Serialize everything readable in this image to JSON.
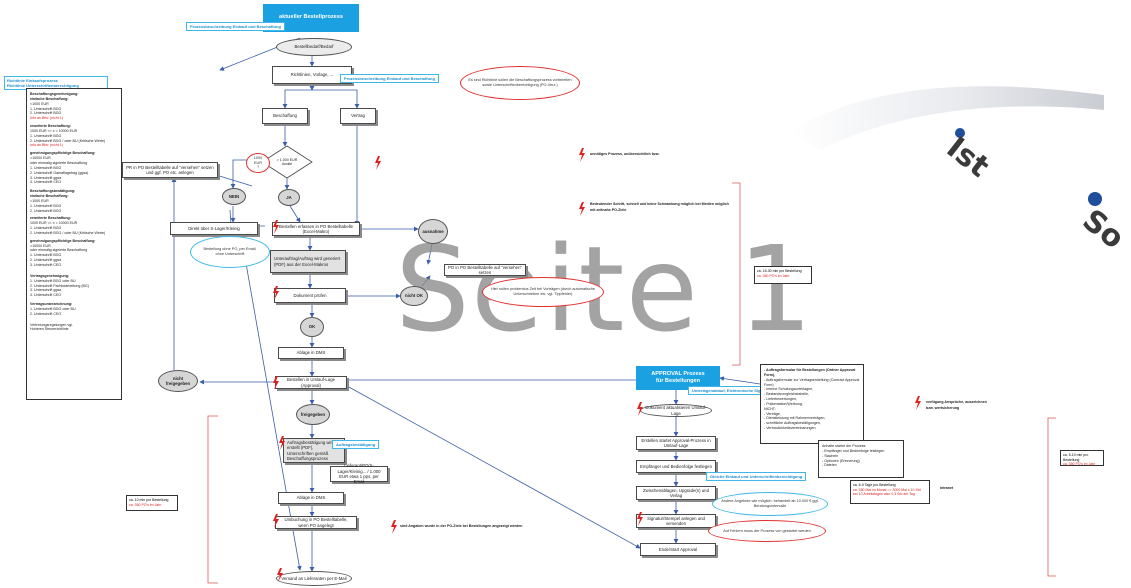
{
  "watermark": "Seite 1",
  "header": "aktueller Bestellprozess",
  "header_note": "Prozessbeschreibung Einkauf und Beschaffung",
  "top_left_labels": [
    "Richtlinie Einkaufsprozess",
    "Richtlinie Unterschriftenberechtigung"
  ],
  "right_side_word_1": "Ist",
  "right_side_word_2": "So",
  "approval_header": [
    "APPROVAL Prozess",
    "für Bestellungen"
  ],
  "approval_note": "Unterlagenablauf, Elektronische Signatur",
  "nodes": {
    "start": "Bestellbedarf/Bedarf",
    "step2": "Richtlinien, Vorlage, ...",
    "beschaffung": "Beschaffung",
    "vertrag": "Vertrag",
    "diamond": "> 1.000 EUR dunkle",
    "diamond_left": "NEIN 1",
    "nein": "NEIN",
    "ja": "JA",
    "direkt": "Direkt über S-Lager/Kleinig",
    "pr_export": "PR in PO Bestelltabelle auf \"versehen\" setzen und ggf. PO etc. anlegen",
    "bestellung_oval": "Bestellung ohne PO, per Email, ohne Unterschrift",
    "erstellen": "Bestellen erfassen in PO Bestelltabelle (Excel-Makro)",
    "unterauftrag": "Unterauftrag/Auftrag wird generiert (PDF) aus der Excel-Makros",
    "ausnahme": "ausnahme",
    "po_setzen": "PO in PO Bestelltabelle auf \"versehen\" setzen",
    "dokument": "Dokument prüfen",
    "nicht_ok": "nicht OK",
    "ok": "OK",
    "ablage1": "Ablage in DMS",
    "bestellen_lager": "Bestellen in Umlauf-Lage (Approval)",
    "nicht_freigegeben": "nicht freigegeben",
    "freigegeben": "freigegeben",
    "auftragsbest": "Auftragsbestätigung wird erstellt (PDF), Unterschriften gemäß Beschaffungsprozess",
    "lieferant": "Lieferant/PO/S-Lager/Kleinig... / 1.000 EUR etwa 1 pps, per Email",
    "ablage2": "Ablage in DMS",
    "umbuchen": "Umbuchung in PO Bestelltabelle, wenn PO angelegt",
    "versand": "Versand an Lieferanten per E-Mail",
    "ap_start": "Dokument aktualisieren Umlauf-Lage",
    "ap1": "Erstellen startet Approval-Prozess in Umlauf-Lage",
    "ap2": "Empfänger und Bedienfolge festlegen",
    "ap3": "Zwischenablagen, Upgrade(n) und Verlag",
    "ap4": "Signatur/Stempel anlegen und versenden",
    "ap5": "Ende/Start Approval"
  },
  "cyan_labels": {
    "richtlinie_step2": "Prozessbeschreibung Einkauf und Beschaffung",
    "auftrag": "Auftragsbestätigung",
    "ap_note": "Gleiche Einkauf und Unterschriftenberechtigung"
  },
  "red_ovals": {
    "top": "Es sind Richtlinie sollen die Beschaffungsprozess vorbereiten sowie Unterschriftenberechtigung (PO-Verz.)",
    "mid": "Hier sollen problemlos Zeit bei Vorträgen (durch automatische Unterschrieben etc. vgl. Tippfehler)",
    "small": "1000 EUR ?",
    "bottom": "Auf Fehlern muss der Prozess von gestartet werden"
  },
  "cyan_ovals": {
    "ap_range": "Andere Angebote wie möglich: behandelt ab 10.000 € ggf. Beratungsintervalle"
  },
  "annotations": {
    "a1": "unnötiges Prozess, unübersichtlich bzw.",
    "a2": "Bedeutender Schritt, schnell und keine Schwankung möglich bei Medien möglich",
    "a2b": "mit zeitnahe PO-Ziele",
    "a3": "sind Angaben wurde in der PO-Ziele bei Bestellungen angezeigt werden",
    "a4": "verfügung Ansprüche, auszeichnen",
    "a4b": "bzw. wertsicherung",
    "a5": "Intranet"
  },
  "time_notes": {
    "t1_a": "ca. 15-30 min pro Bestellung",
    "t1_b": "ca. 350 PO's im Jahr",
    "t2_a": "ca. 10 min pro Bestellung",
    "t2_b": "ca. 350 PO's im Jahr",
    "t3_a": "ca. 6-9 Tage pro Bestellung",
    "t3_b": "ca. 350 Mal im Monat => 3000 Mal x 10 Std",
    "t3_c": "bei 10 Arbeitstagen also 0,3 Std am Tag",
    "t4_a": "ca. 5-10 min pro Bestellung",
    "t4_b": "ca. 350 PO's im Jahr"
  },
  "left_note": {
    "sections": [
      {
        "title": "Beschaffungsgenehmigung:",
        "sub": "einfache Beschaffung:",
        "lines": [
          "<1000 EUR",
          "1. Unterschrift BGG",
          "2. Unterschrift BGG"
        ],
        "red": "Info an Bfw: (nicht 1)"
      },
      {
        "title": "",
        "sub": "erweiterte Beschaffung:",
        "lines": [
          "1000 EUR <= x < 10000 EUR",
          "1. Unterschrift BGG",
          "2. Unterschrift BGG / oder BU (Kritische Werte)"
        ],
        "red": "Info an Bfw: (nicht 1)"
      },
      {
        "title": "",
        "sub": "genehmigungspflichtige Beschaffung:",
        "lines": [
          ">10000 EUR",
          "oder einmalig signierte Beschaffung",
          "1. Unterschrift BGG",
          "2. Unterschrift Gamaflagetrag (ggsa)",
          "3. Unterschrift ggsa",
          "4. Unterschrift CEO"
        ],
        "red": ""
      },
      {
        "title": "Beschaffungsbestätigung:",
        "sub": "einfache Beschaffung:",
        "lines": [
          "<1000 EUR",
          "1. Unterschrift BGG",
          "2. Unterschrift BGG"
        ],
        "red": ""
      },
      {
        "title": "",
        "sub": "erweiterte Beschaffung:",
        "lines": [
          "1000 EUR <= x < 10000 EUR",
          "1. Unterschrift BGG",
          "2. Unterschrift BGG / oder BU (Kritische Werte)"
        ],
        "red": ""
      },
      {
        "title": "",
        "sub": "genehmigungspflichtige Beschaffung:",
        "lines": [
          ">10000 EUR",
          "oder einmalig signierte Beschaffung",
          "1. Unterschrift BGG",
          "2. Unterschrift ggsa",
          "3. Unterschrift CEO"
        ],
        "red": ""
      },
      {
        "title": "Vertragsgenehmigung:",
        "sub": "",
        "lines": [
          "1. Unterschrift BGG oder BU",
          "2. Unterschrift Fachbearbeitung (BG)",
          "3. Unterschrift ggsa",
          "4. Unterschrift CEO"
        ],
        "red": ""
      },
      {
        "title": "Vertragsunterzeichnung:",
        "sub": "",
        "lines": [
          "1. Unterschrift BGG oder BU",
          "2. Unterschrift CEO"
        ],
        "red": ""
      }
    ],
    "footer": [
      "Vertretungsregelungen vgl.",
      "Hoheren Steuerrichtlinie"
    ]
  },
  "right_note_1": {
    "lines": [
      "- Auftragsformular für Bestellungen (Ordner Approval Form),",
      "- Auftragsformular zur Vertragserstellung (Contract Approval Form)",
      "- Interne Schulungsunterlagen,",
      "- Bestandsvergleichstabelle,",
      "- Lieferbewertungen,",
      "- Präsentation/Werbung,",
      "NICHT:",
      "- Verträge,",
      "- Dienstleistung mit Rahmenverträgen,",
      "- schriftliche Auftragsbestätigungen,",
      "- Vertraulichkeitsvereinbarungen"
    ],
    "title": "- Auftragsformular für Bestellungen (Order Approval Form),"
  },
  "right_note_2": {
    "lines": [
      "Anhalte startet der Prozess:",
      "- Empfänger und Bedienfolge festlegen",
      "- Stacheln",
      "- Optionen (Erinnerung)",
      "- Dateien"
    ]
  },
  "colors": {
    "cyan": "#1ba1e2",
    "red": "#e03030",
    "oval_gray": "#d6d6d6",
    "watermark": "#8a8a8a",
    "arc_blue": "#1f4e9c"
  },
  "icons": [
    "lightning-icon"
  ]
}
